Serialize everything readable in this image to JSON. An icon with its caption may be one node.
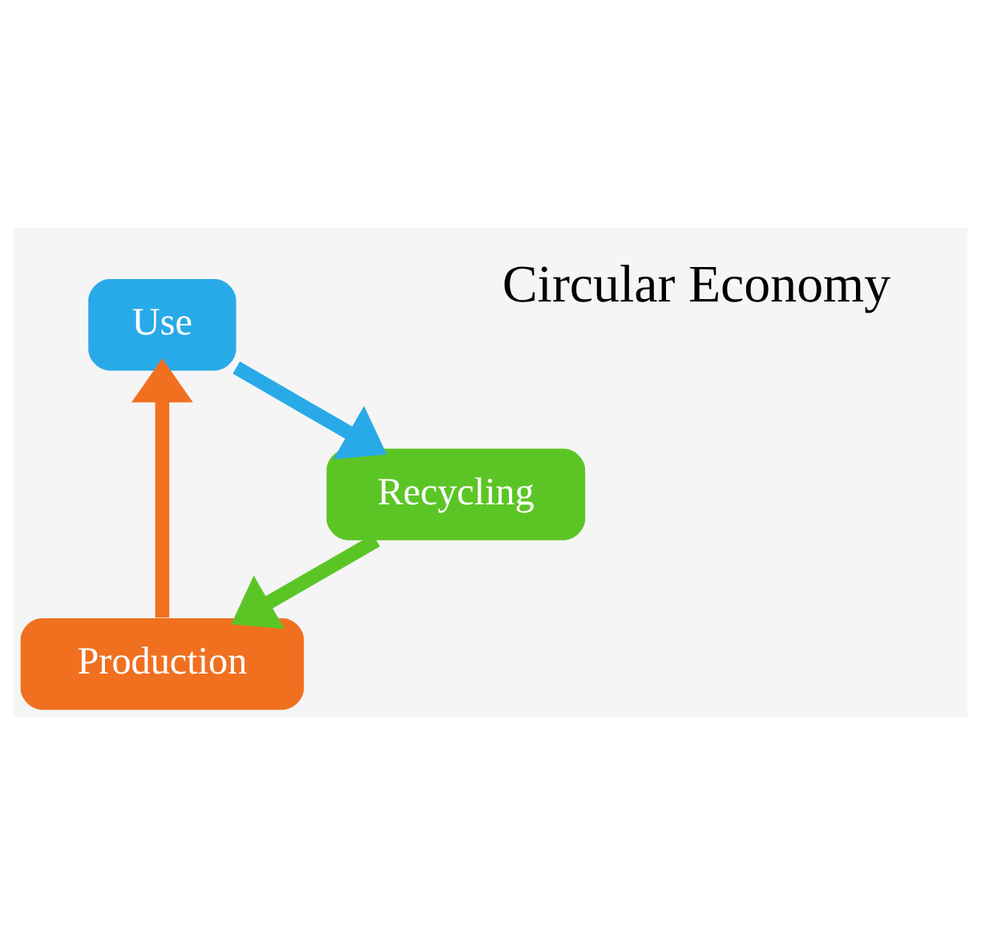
{
  "diagram": {
    "nodes": [
      {
        "text": [
          "Production"
        ]
      },
      {
        "text": [
          "Use"
        ]
      },
      {
        "text": [
          "Recycling"
        ]
      }
    ],
    "edges": [
      {
        "from": 0,
        "to": 1,
        "arrow": "to",
        "color": "#f07020"
      },
      {
        "from": 1,
        "to": 2,
        "arrow": "to",
        "color": "#29aae8"
      },
      {
        "from": 2,
        "to": 0,
        "arrow": "to",
        "color": "#5cc526"
      }
    ],
    "labels": [
      "Circular Economy"
    ]
  }
}
